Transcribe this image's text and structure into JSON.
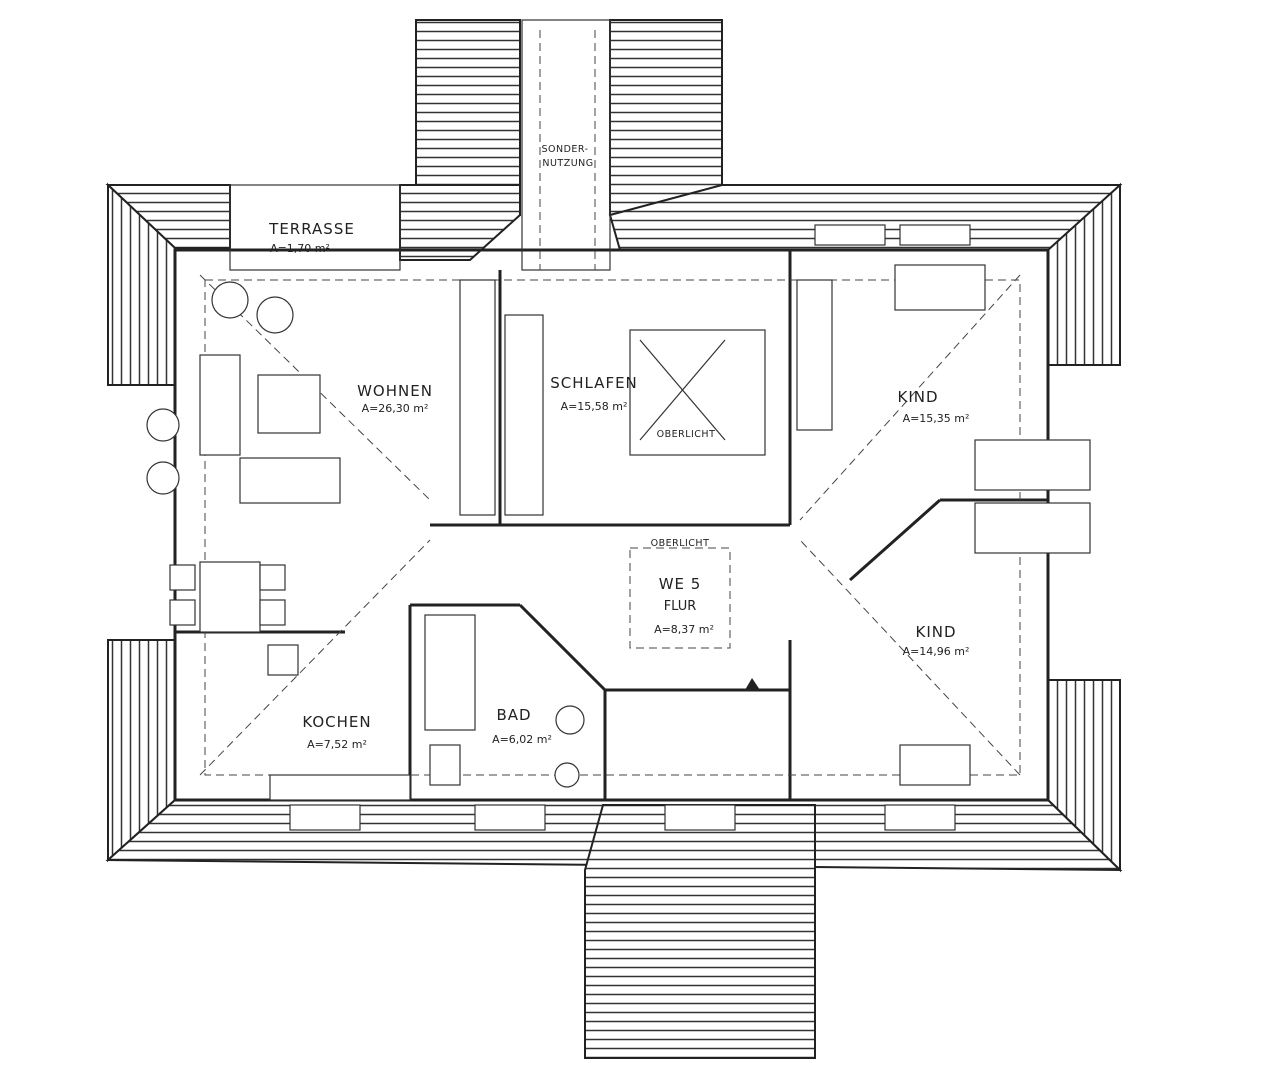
{
  "rooms": [
    {
      "name": "TERRASSE",
      "area": "A=1,70 m²"
    },
    {
      "name": "WOHNEN",
      "area": "A=26,30 m²"
    },
    {
      "name": "SCHLAFEN",
      "area": "A=15,58 m²"
    },
    {
      "name": "KIND",
      "area": "A=15,35 m²"
    },
    {
      "name": "KIND",
      "area": "A=14,96 m²"
    },
    {
      "name": "KOCHEN",
      "area": "A=7,52 m²"
    },
    {
      "name": "BAD",
      "area": "A=6,02 m²"
    },
    {
      "name": "FLUR",
      "area": "A=8,37 m²"
    }
  ],
  "unit_label": "WE 5",
  "labels": {
    "sondernutzung_line1": "SONDER-",
    "sondernutzung_line2": "NUTZUNG",
    "oberlicht_schlafen": "OBERLICHT",
    "oberlicht_flur": "OBERLICHT"
  }
}
